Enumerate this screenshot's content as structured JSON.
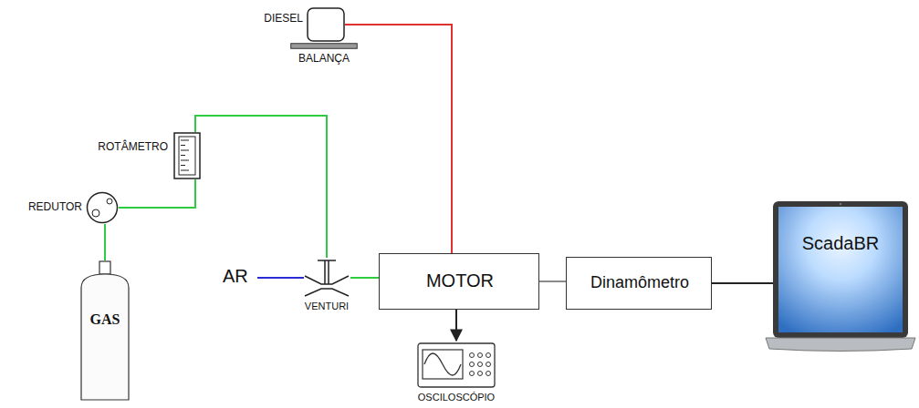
{
  "diagram": {
    "nodes": [
      {
        "text": [
          "DIESEL"
        ]
      },
      {
        "text": [
          "BALANÇA"
        ]
      },
      {
        "text": [
          "ROTÂMETRO"
        ]
      },
      {
        "text": [
          "REDUTOR"
        ]
      },
      {
        "text": [
          "GAS"
        ]
      },
      {
        "text": [
          "VENTURI"
        ]
      },
      {
        "text": [
          "MOTOR"
        ]
      },
      {
        "text": [
          "Dinamômetro"
        ]
      },
      {
        "text": [
          "ScadaBR"
        ]
      },
      {
        "text": [
          "OSCILOSCÓPIO"
        ]
      }
    ],
    "edges": [
      {
        "from": 4,
        "to": 3,
        "arrow": "none"
      },
      {
        "from": 3,
        "to": 2,
        "arrow": "none"
      },
      {
        "from": 2,
        "to": 5,
        "arrow": "none"
      },
      {
        "from": 5,
        "to": 6,
        "arrow": "none"
      },
      {
        "from": 0,
        "to": 6,
        "arrow": "none"
      },
      {
        "from": 6,
        "to": 7,
        "arrow": "none"
      },
      {
        "from": 7,
        "to": 8,
        "arrow": "none"
      },
      {
        "from": 6,
        "to": 9,
        "arrow": "to"
      }
    ],
    "labels": [
      "AR"
    ]
  }
}
